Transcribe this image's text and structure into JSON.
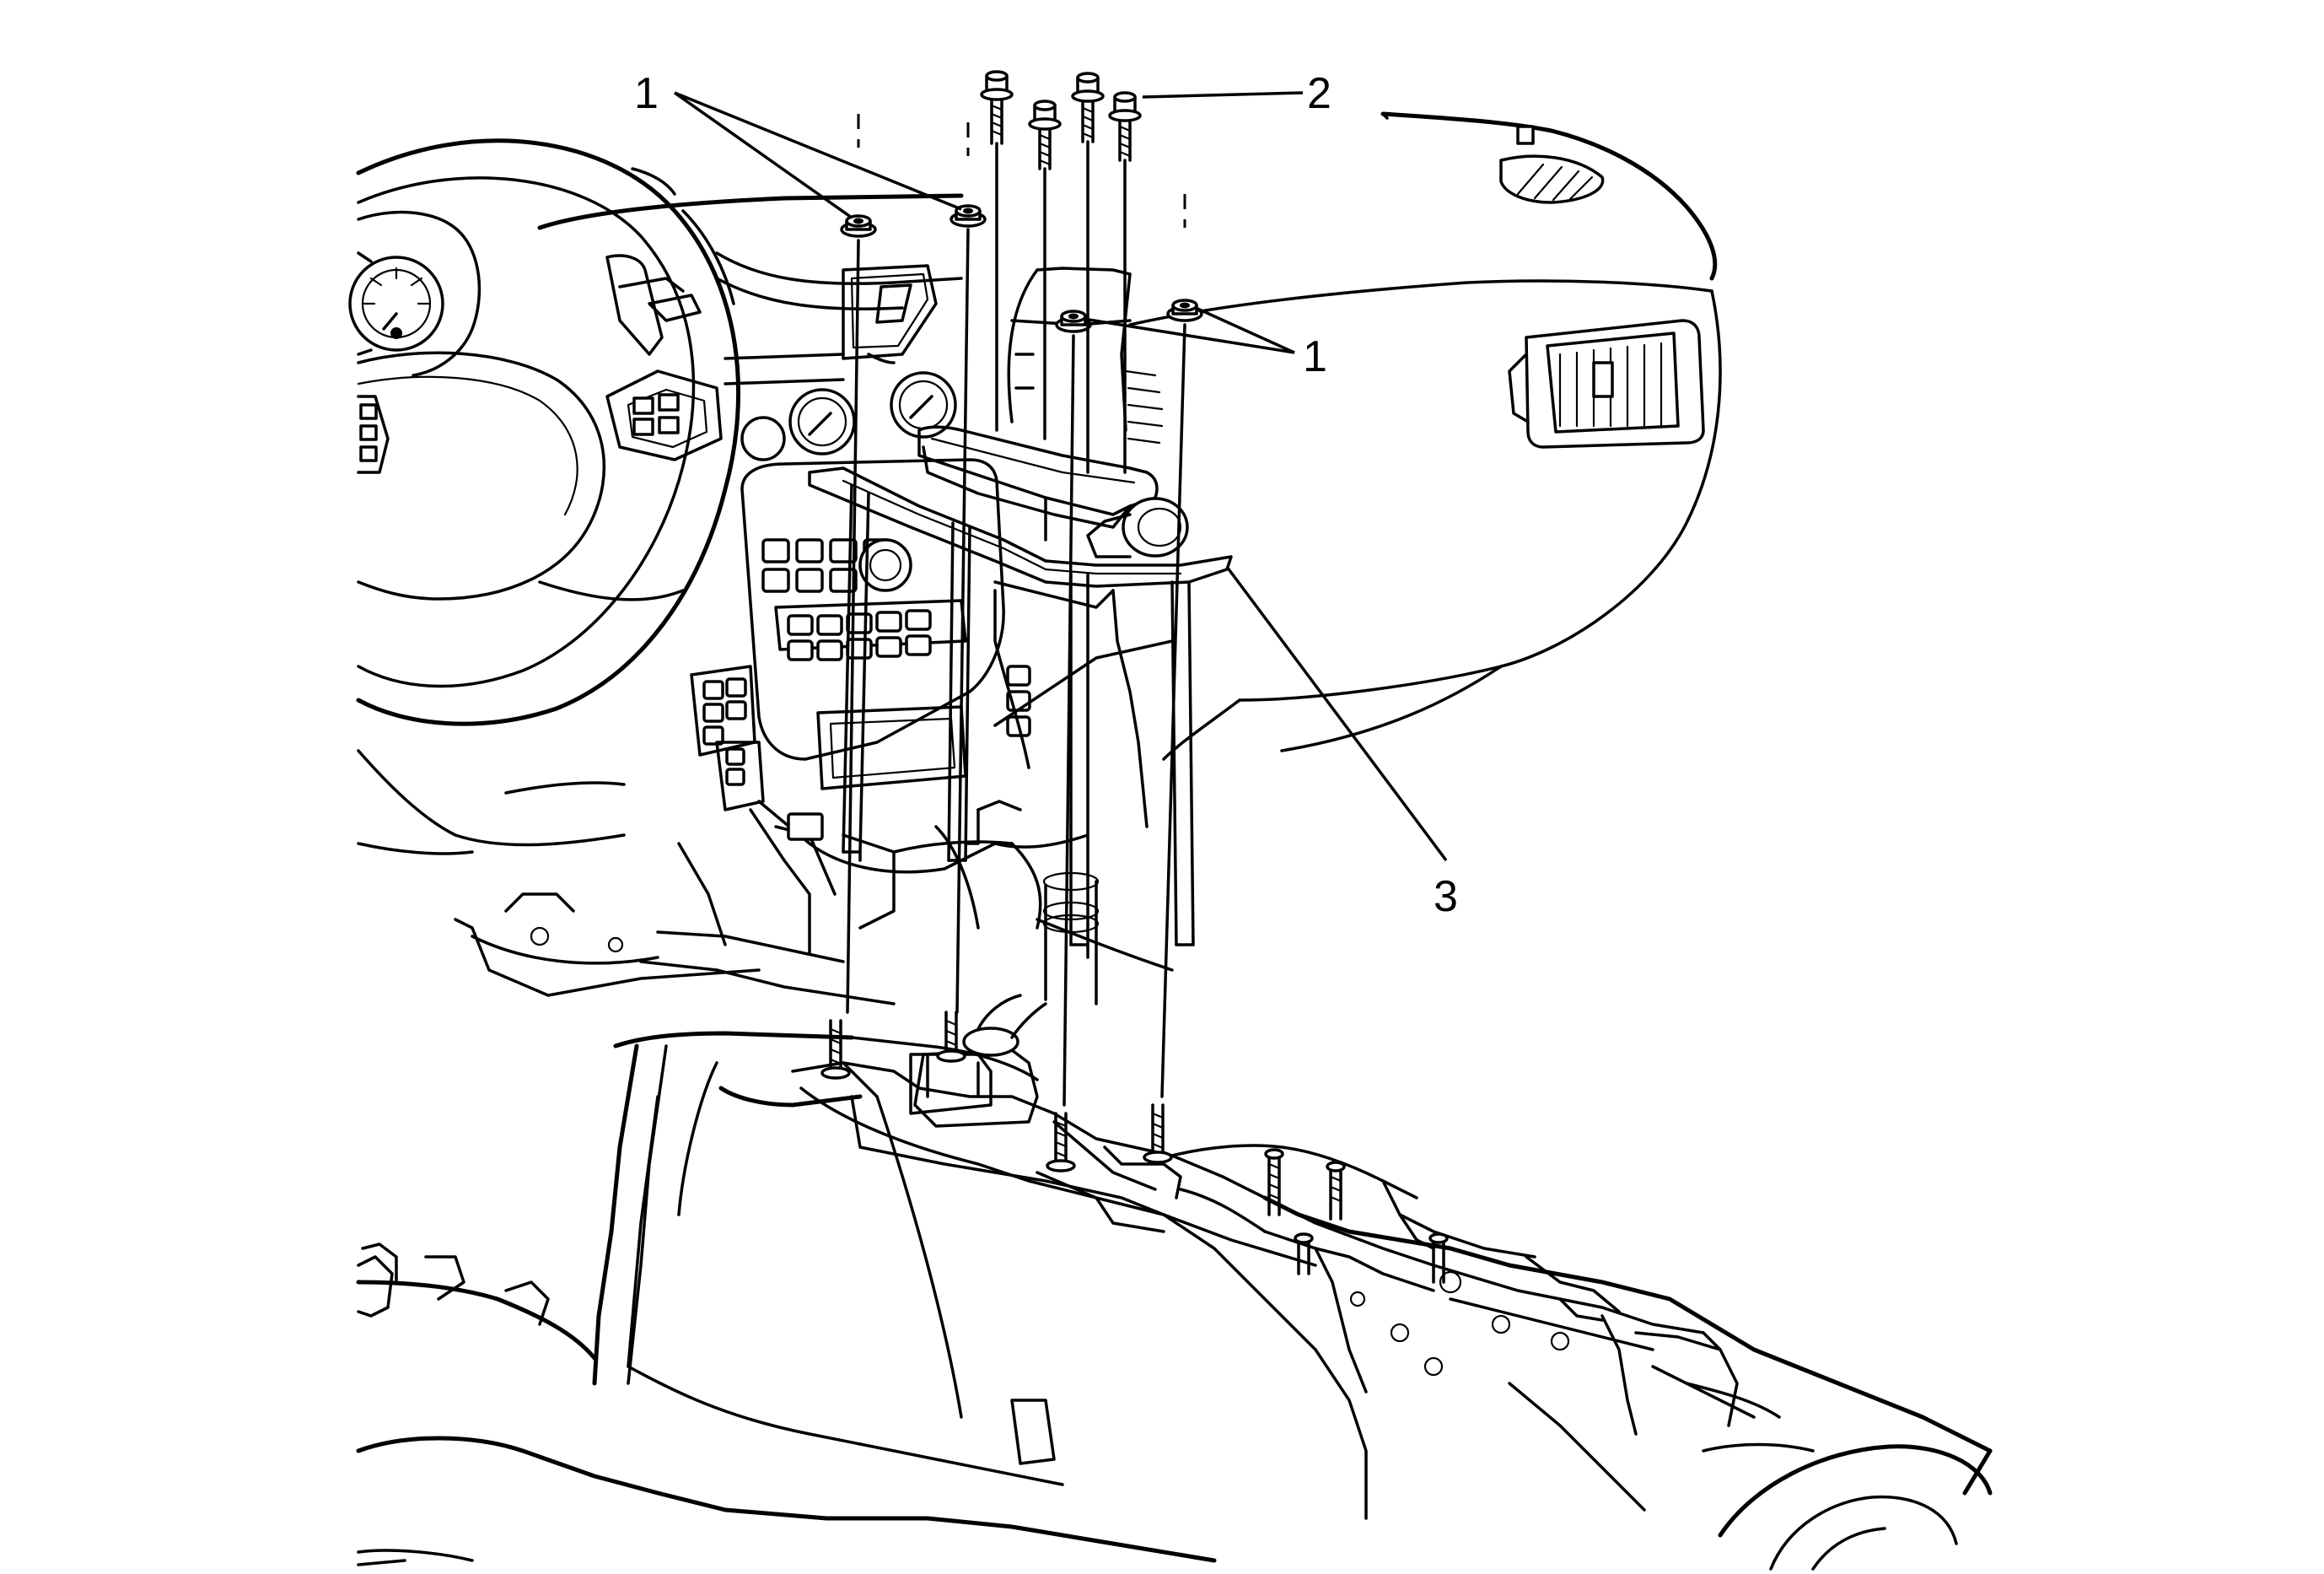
{
  "callouts": [
    {
      "id": "callout-1-upper",
      "text": "1"
    },
    {
      "id": "callout-2",
      "text": "2"
    },
    {
      "id": "callout-1-right",
      "text": "1"
    },
    {
      "id": "callout-3",
      "text": "3"
    }
  ],
  "colors": {
    "line": "#000000",
    "background": "#ffffff"
  }
}
